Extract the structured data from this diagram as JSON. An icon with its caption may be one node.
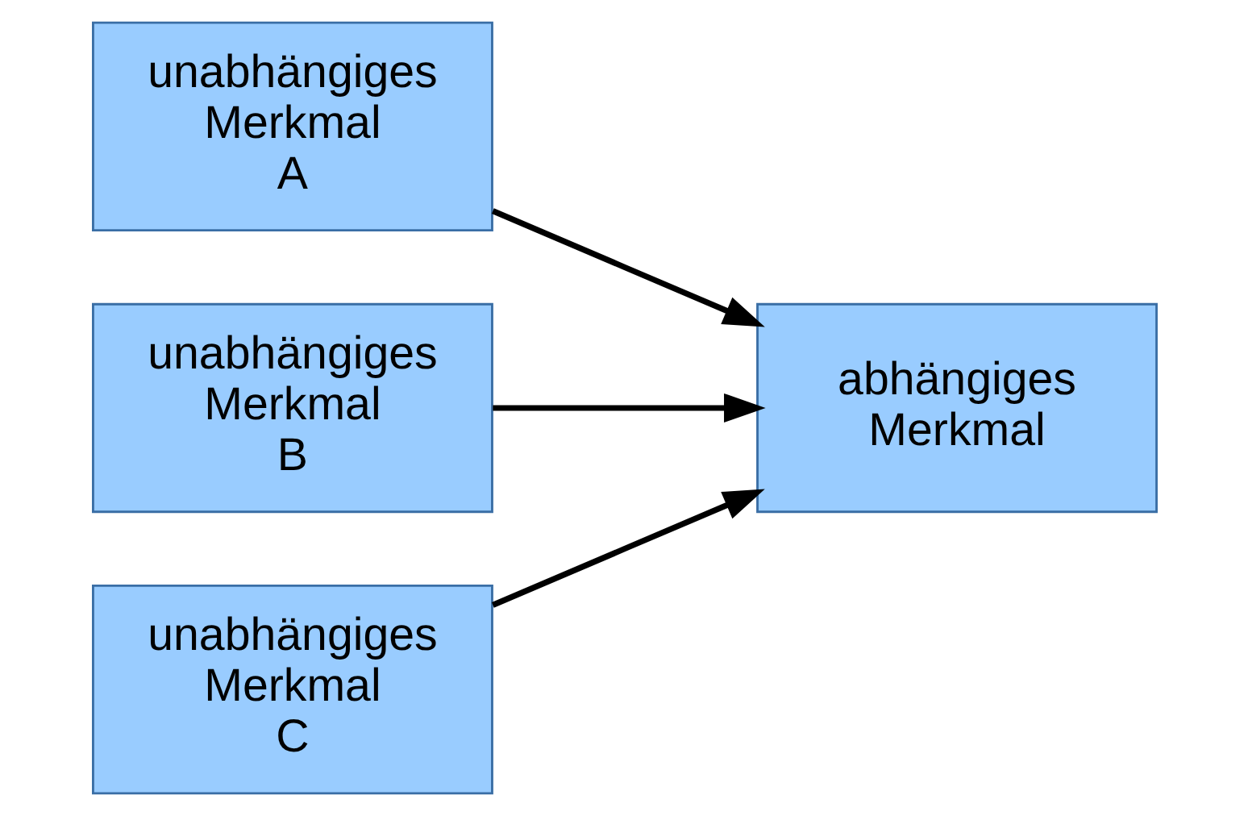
{
  "diagram": {
    "nodes": [
      {
        "text": [
          "unabhängiges Merkmal A"
        ]
      },
      {
        "text": [
          "unabhängiges Merkmal B"
        ]
      },
      {
        "text": [
          "unabhängiges Merkmal C"
        ]
      },
      {
        "text": [
          "abhängiges Merkmal"
        ]
      }
    ],
    "edges": [
      {
        "from": 0,
        "to": 3,
        "arrow": "to"
      },
      {
        "from": 1,
        "to": 3,
        "arrow": "to"
      },
      {
        "from": 2,
        "to": 3,
        "arrow": "to"
      }
    ]
  }
}
